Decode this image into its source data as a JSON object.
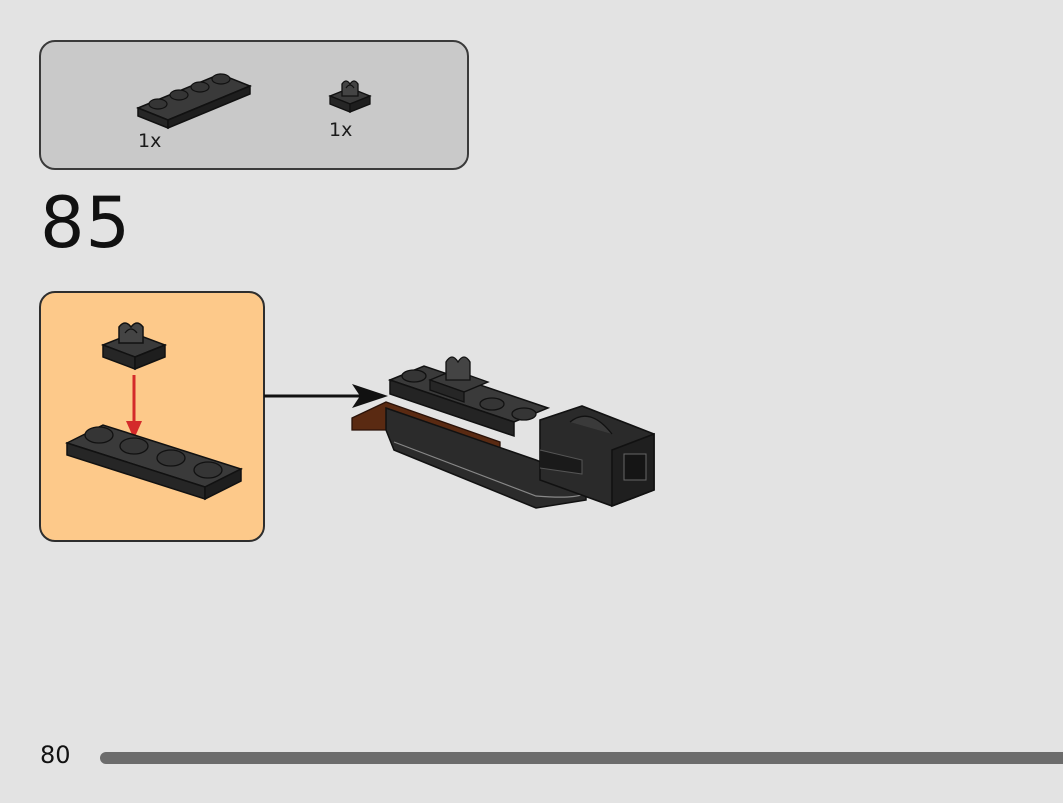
{
  "parts_list": {
    "items": [
      {
        "name": "plate-1x4-icon",
        "color": "#2f2f2f",
        "qty": "1x"
      },
      {
        "name": "clip-plate-1x1-icon",
        "color": "#2f2f2f",
        "qty": "1x"
      }
    ]
  },
  "step": {
    "number": "85"
  },
  "footer": {
    "page_number": "80"
  },
  "colors": {
    "background": "#e3e3e3",
    "parts_panel": "#c9c9c9",
    "sub_step_panel": "#fdc98a",
    "brick_dark": "#2f2f2f",
    "brick_brown": "#5a2a12",
    "arrow_red": "#d42a2a"
  }
}
